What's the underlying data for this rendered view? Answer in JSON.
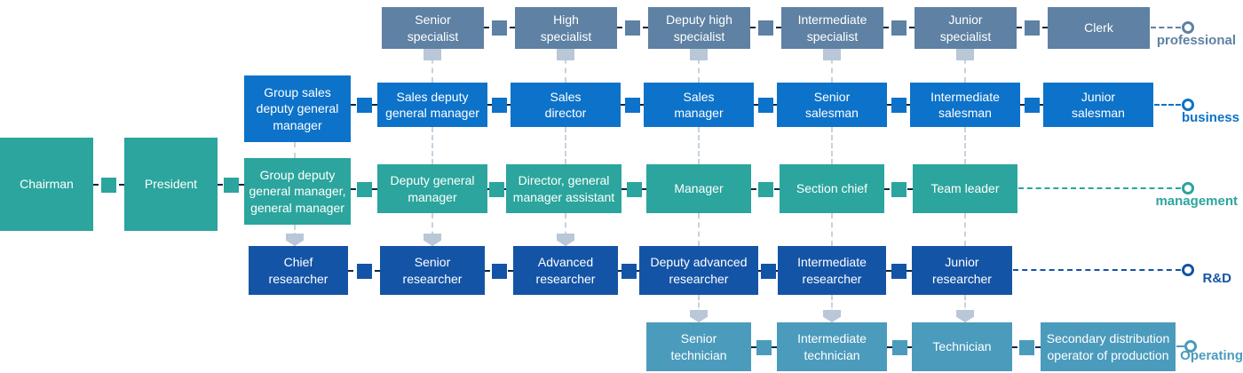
{
  "palette": {
    "connector_gray": "#b9c7d6",
    "dashed_line_gray": "#c7d2de",
    "link_dark": "#0f2740",
    "background": "#ffffff",
    "node_text": "#ffffff"
  },
  "tracks": {
    "professional": {
      "label": "professional",
      "color": "#5e81a4",
      "nodes": [
        "Senior specialist",
        "High specialist",
        "Deputy high specialist",
        "Intermediate specialist",
        "Junior specialist",
        "Clerk"
      ]
    },
    "business": {
      "label": "business",
      "color": "#0d72c9",
      "nodes": [
        "Group sales deputy general manager",
        "Sales deputy general manager",
        "Sales director",
        "Sales manager",
        "Senior salesman",
        "Intermediate salesman",
        "Junior salesman"
      ]
    },
    "management": {
      "label": "management",
      "color": "#2ba59d",
      "nodes": [
        "Chairman",
        "President",
        "Group deputy general manager, general manager",
        "Deputy general manager",
        "Director, general manager assistant",
        "Manager",
        "Section chief",
        "Team leader"
      ]
    },
    "rnd": {
      "label": "R&D",
      "color": "#1454a6",
      "nodes": [
        "Chief researcher",
        "Senior researcher",
        "Advanced researcher",
        "Deputy advanced researcher",
        "Intermediate researcher",
        "Junior researcher"
      ]
    },
    "operating": {
      "label": "Operating",
      "color": "#4b9bbd",
      "nodes": [
        "Senior technician",
        "Intermediate technician",
        "Technician",
        "Secondary distribution operator of production"
      ]
    }
  }
}
